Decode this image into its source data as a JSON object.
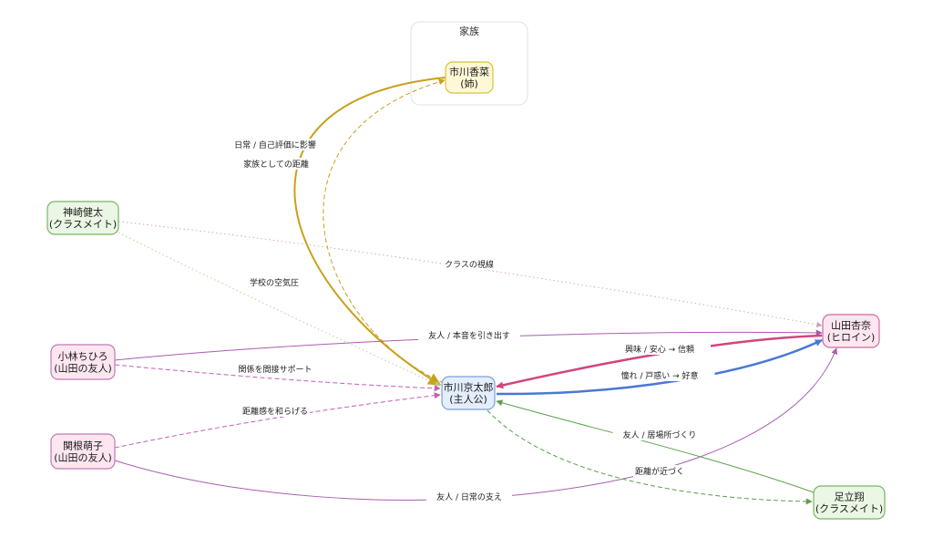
{
  "group": {
    "label": "家族"
  },
  "nodes": [
    {
      "id": "kana",
      "lines": [
        "市川香菜",
        "(姉)"
      ],
      "fill": "#fff8d6",
      "stroke": "#d8c23e"
    },
    {
      "id": "kyotaro",
      "lines": [
        "市川京太郎",
        "(主人公)"
      ],
      "fill": "#e4eefc",
      "stroke": "#7d9fd8"
    },
    {
      "id": "anna",
      "lines": [
        "山田杏奈",
        "(ヒロイン)"
      ],
      "fill": "#fde6f0",
      "stroke": "#d06a9b"
    },
    {
      "id": "kanzaki",
      "lines": [
        "神崎健太",
        "(クラスメイト)"
      ],
      "fill": "#eaf7e4",
      "stroke": "#78b566"
    },
    {
      "id": "kobayashi",
      "lines": [
        "小林ちひろ",
        "(山田の友人)"
      ],
      "fill": "#fde6f0",
      "stroke": "#c07ab8"
    },
    {
      "id": "sekine",
      "lines": [
        "関根萌子",
        "(山田の友人)"
      ],
      "fill": "#fde6f0",
      "stroke": "#c07ab8"
    },
    {
      "id": "adachi",
      "lines": [
        "足立翔",
        "(クラスメイト)"
      ],
      "fill": "#eaf7e4",
      "stroke": "#78b566"
    }
  ],
  "edges": [
    {
      "id": "kana-to-kyotaro",
      "label": "日常 / 自己評価に影響",
      "color": "#c9a01a",
      "style": "solid"
    },
    {
      "id": "kyotaro-to-kana",
      "label": "家族としての距離",
      "color": "#c9a01a",
      "style": "dashed"
    },
    {
      "id": "kanzaki-to-kyotaro",
      "label": "学校の空気圧",
      "color": "#b5c98a",
      "style": "dotted"
    },
    {
      "id": "kanzaki-to-anna",
      "label": "クラスの視線",
      "color": "#c9a3c0",
      "style": "dotted"
    },
    {
      "id": "kobayashi-to-anna",
      "label": "友人 / 本音を引き出す",
      "color": "#a85db0",
      "style": "solid"
    },
    {
      "id": "kobayashi-to-kyotaro",
      "label": "関係を間接サポート",
      "color": "#c45db5",
      "style": "dashed"
    },
    {
      "id": "sekine-to-kyotaro",
      "label": "距離感を和らげる",
      "color": "#c45db5",
      "style": "dashed"
    },
    {
      "id": "sekine-to-anna",
      "label": "友人 / 日常の支え",
      "color": "#a85db0",
      "style": "solid"
    },
    {
      "id": "anna-to-kyotaro",
      "label": "興味 / 安心 → 信頼",
      "color": "#d0457e",
      "style": "bold"
    },
    {
      "id": "kyotaro-to-anna",
      "label": "憧れ / 戸惑い → 好意",
      "color": "#4a78d6",
      "style": "bold"
    },
    {
      "id": "adachi-to-kyotaro",
      "label": "友人 / 居場所づくり",
      "color": "#5aa14c",
      "style": "solid"
    },
    {
      "id": "kyotaro-to-adachi",
      "label": "距離が近づく",
      "color": "#5aa14c",
      "style": "dashed"
    }
  ]
}
